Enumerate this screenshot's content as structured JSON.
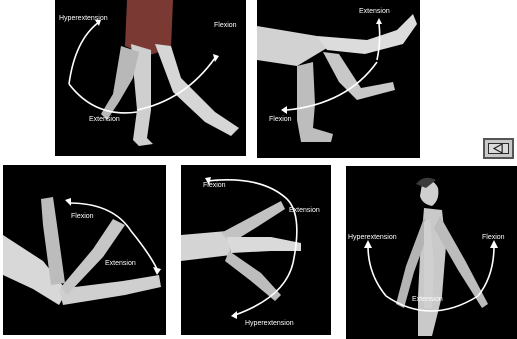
{
  "panels": {
    "knee_standing": {
      "hyperextension_label": "Hyperextension",
      "flexion_label": "Flexion",
      "extension_label": "Extension"
    },
    "knee_seated": {
      "extension_label": "Extension",
      "flexion_label": "Flexion"
    },
    "elbow": {
      "flexion_label": "Flexion",
      "extension_label": "Extension"
    },
    "wrist": {
      "flexion_label": "Flexion",
      "extension_label": "Extension",
      "hyperextension_label": "Hyperextension"
    },
    "shoulder": {
      "hyperextension_label": "Hyperextension",
      "flexion_label": "Flexion",
      "extension_label": "Extension"
    }
  },
  "navigation": {
    "back_button_icon": "triangle-left-icon"
  },
  "colors": {
    "photo_background": "#000000",
    "label_text": "#ffffff",
    "button_face": "#c9c9c9"
  }
}
